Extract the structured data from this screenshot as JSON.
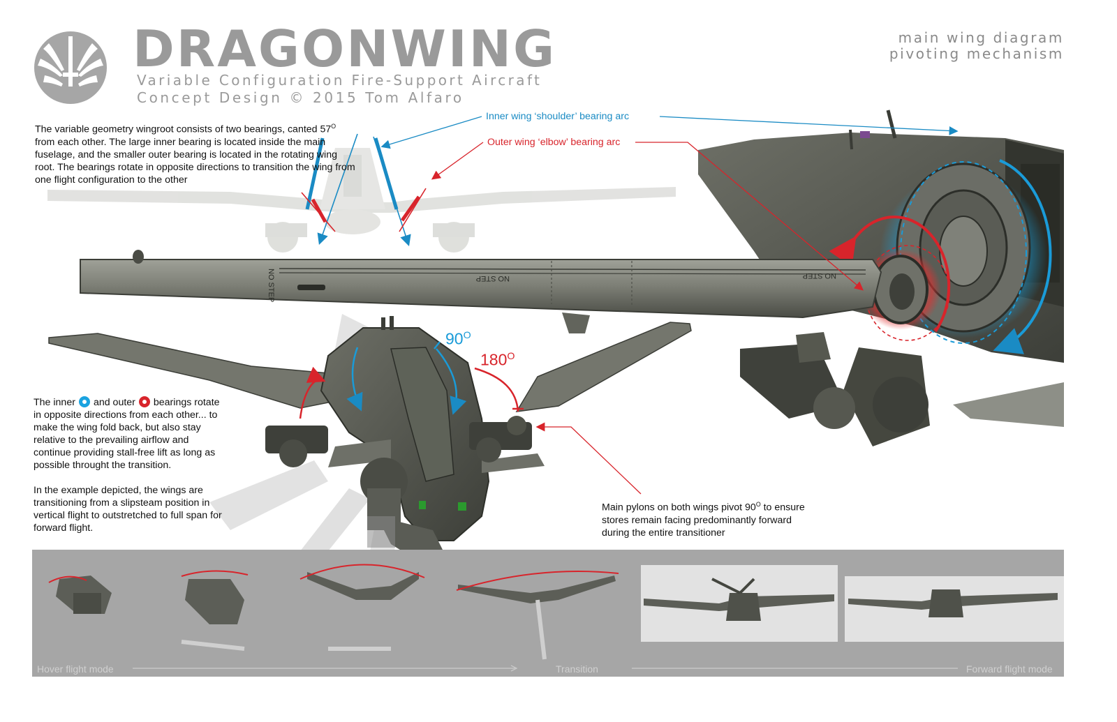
{
  "header": {
    "title": "DRAGONWING",
    "subtitle_line1": "Variable Configuration Fire-Support Aircraft",
    "subtitle_line2": "Concept Design  © 2015 Tom Alfaro",
    "corner_line1": "main wing diagram",
    "corner_line2": "pivoting mechanism",
    "logo_mark": "™"
  },
  "texts": {
    "intro_part1": "The variable geometry wingroot consists of two bearings, canted ",
    "intro_sup_num": "57",
    "intro_sup": "O",
    "intro_part2": " from each other. The large inner bearing is located inside the main fuselage, and the smaller outer bearing is located in the rotating wing root. The bearings rotate in opposite directions to transition the wing from one flight configuration to the other",
    "bearings_part1": "The inner",
    "bearings_part2": "and outer",
    "bearings_part3": "bearings rotate in opposite directions from each other... to make the wing fold back, but also stay relative to the prevailing airflow and continue providing stall-free lift as long as possible throught the transition.",
    "example": "In the example depicted, the wings are transitioning from a slipsteam position in vertical flight to outstretched to full span for forward flight.",
    "pylon_part1": "Main pylons on both wings pivot 90",
    "pylon_sup": "O",
    "pylon_part2": " to ensure stores remain facing predominantly forward during the entire transitioner"
  },
  "callouts": {
    "inner_arc": "Inner wing ‘shoulder’ bearing arc",
    "outer_arc": "Outer wing ‘elbow’ bearing arc",
    "angle_90": "90",
    "angle_180": "180",
    "angle_sup": "O"
  },
  "wing_markings": {
    "no_step": "NO STEP"
  },
  "stages": {
    "hover": "Hover flight mode",
    "transition": "Transition",
    "forward": "Forward flight mode"
  },
  "colors": {
    "inner_blue": "#1a9bd8",
    "outer_red": "#d8242b",
    "title_grey": "#9a9a9a",
    "strip_grey": "#a6a6a6",
    "hull_dark": "#55574f",
    "hull_mid": "#7b7d74"
  },
  "icons": {
    "logo": "winged-sword-emblem",
    "inner_bearing": "blue-ring-icon",
    "outer_bearing": "red-ring-icon"
  }
}
